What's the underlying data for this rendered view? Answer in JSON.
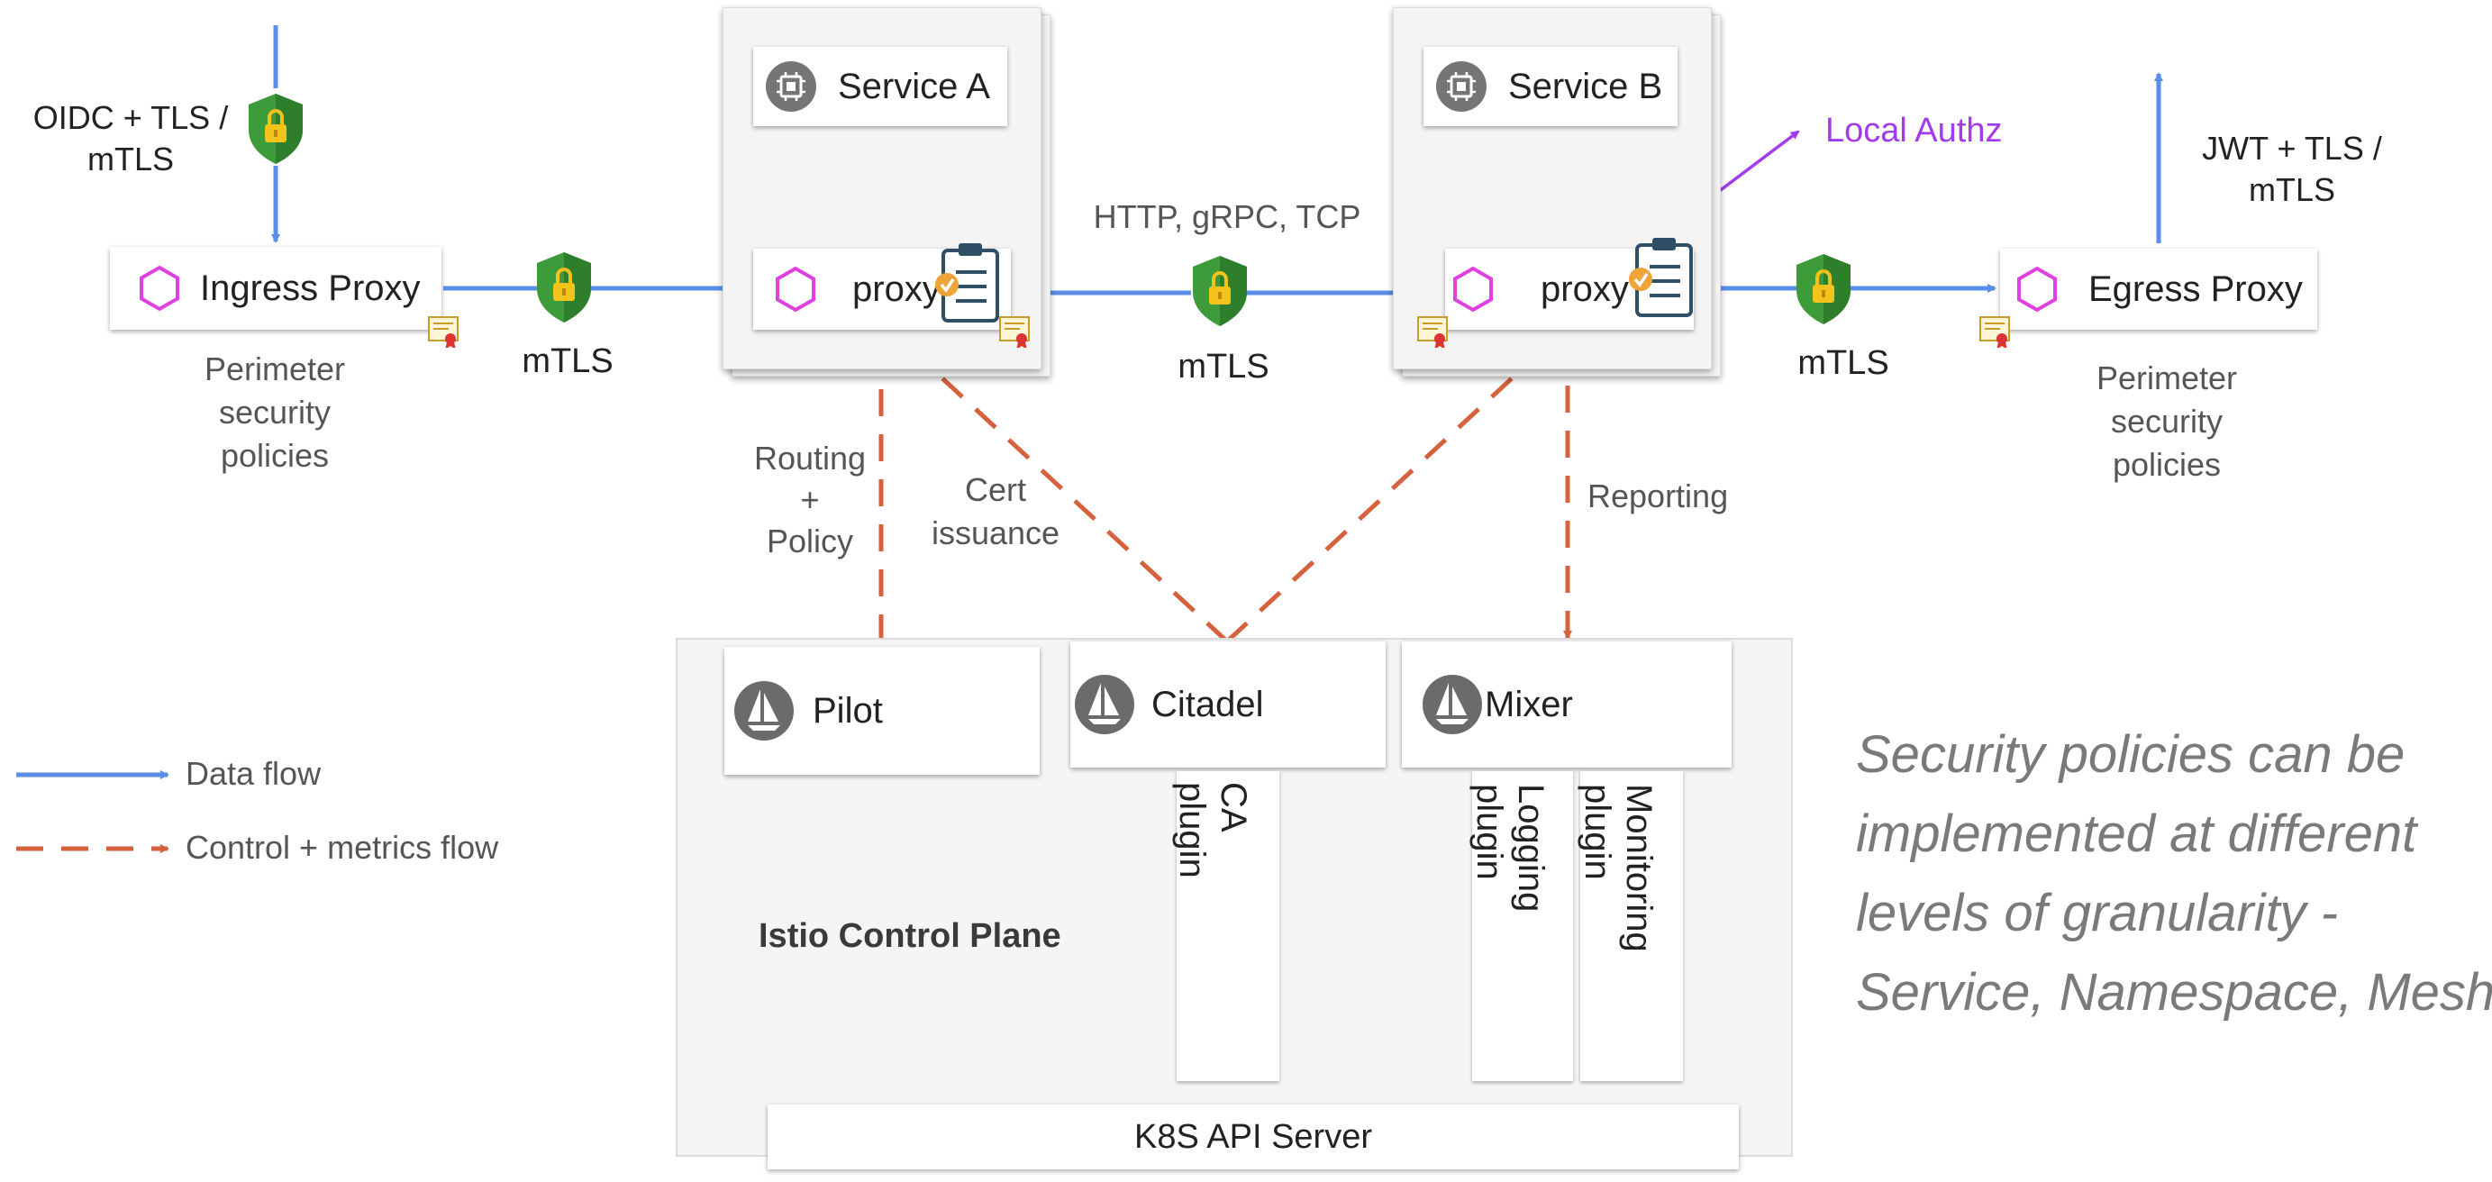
{
  "boxes": {
    "ingress": "Ingress Proxy",
    "egress": "Egress Proxy",
    "service_a": "Service A",
    "service_b": "Service B",
    "proxy_a": "proxy",
    "proxy_b": "proxy",
    "pilot": "Pilot",
    "citadel": "Citadel",
    "mixer": "Mixer",
    "k8s": "K8S API Server"
  },
  "labels": {
    "oidc": "OIDC + TLS /\nmTLS",
    "jwt": "JWT + TLS /\nmTLS",
    "mtls_1": "mTLS",
    "mtls_2": "mTLS",
    "mtls_3": "mTLS",
    "protocols": "HTTP, gRPC, TCP",
    "local_authz": "Local Authz",
    "perimeter_left": "Perimeter\nsecurity\npolicies",
    "perimeter_right": "Perimeter\nsecurity\npolicies",
    "routing_policy": "Routing\n+\nPolicy",
    "cert_issuance": "Cert\nissuance",
    "reporting": "Reporting",
    "control_plane": "Istio Control Plane",
    "ca_plugin": "CA\nplugin",
    "logging_plugin": "Logging\nplugin",
    "monitoring_plugin": "Monitoring\nplugin"
  },
  "legend": {
    "data_flow": "Data flow",
    "control_flow": "Control + metrics flow"
  },
  "note": "Security policies can be\nimplemented at different\nlevels of granularity -\nService, Namespace, Mesh.",
  "colors": {
    "data_flow": "#5b8ee6",
    "control_flow": "#d5613d",
    "local_authz": "#a23bea",
    "hexagon": "#e040e0",
    "shield": "#3e9b3a",
    "lock": "#f3c21b"
  },
  "icons": {
    "service": "chip-icon",
    "proxy": "hexagon-icon",
    "shield": "shield-lock-icon",
    "policy": "clipboard-icon",
    "certificate": "certificate-icon",
    "istio": "istio-sail-icon"
  }
}
